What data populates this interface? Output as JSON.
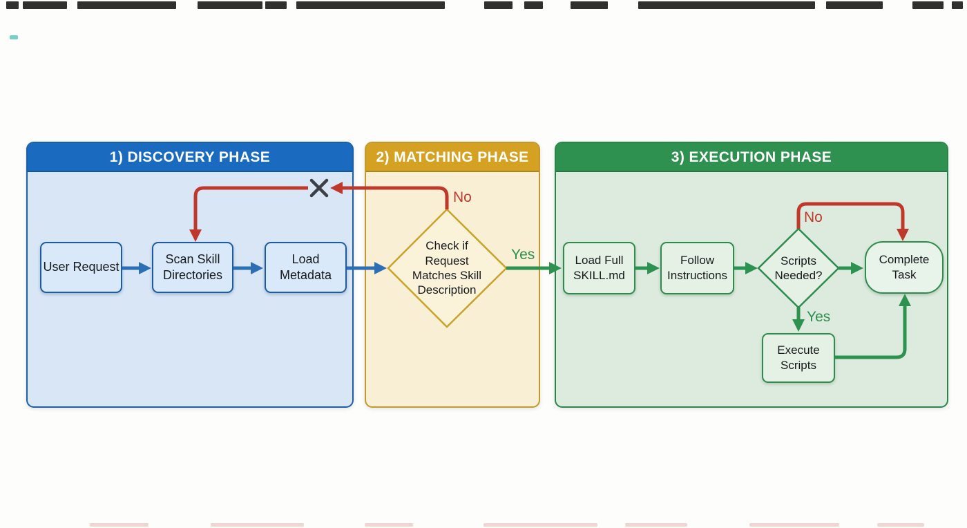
{
  "phases": [
    {
      "title": "1) DISCOVERY PHASE"
    },
    {
      "title": "2) MATCHING PHASE"
    },
    {
      "title": "3) EXECUTION PHASE"
    }
  ],
  "nodes": {
    "user_request": "User Request",
    "scan_skill": "Scan Skill Directories",
    "load_metadata": "Load Metadata",
    "check_match": "Check if Request Matches Skill Description",
    "load_full": "Load Full SKILL.md",
    "follow_instructions": "Follow Instructions",
    "scripts_needed": "Scripts Needed?",
    "complete_task": "Complete Task",
    "execute_scripts": "Execute Scripts"
  },
  "edge_labels": {
    "matching_no": "No",
    "matching_yes": "Yes",
    "execution_no": "No",
    "execution_yes": "Yes"
  },
  "colors": {
    "page_bg": "#fdfdfc",
    "blue_header": "#1a6bc0",
    "blue_body": "#d8e6f6",
    "blue_border": "#1a5fa8",
    "blue_box_fill": "#d9e9fa",
    "blue_box_border": "#1d5c9e",
    "gold_header": "#d5a122",
    "gold_body": "#f9efd4",
    "gold_border": "#c2992f",
    "gold_diamond_fill": "#fbf2da",
    "gold_diamond_border": "#c9a227",
    "green_header": "#2e9150",
    "green_body": "#dcebdd",
    "green_border": "#2a8549",
    "green_box_fill": "#e4f1e4",
    "green_box_border": "#2e8b4d",
    "green_pill_fill": "#e8f4e9",
    "arrow_blue": "#2d6fb5",
    "arrow_green": "#2d9150",
    "arrow_red": "#bf382c",
    "label_red": "#c0392b",
    "label_green": "#2d8f4e",
    "text_dark": "#16191c",
    "x_mark": "#3b4046",
    "artifact_dark": "#303030",
    "artifact_red": "#c84b3f"
  }
}
